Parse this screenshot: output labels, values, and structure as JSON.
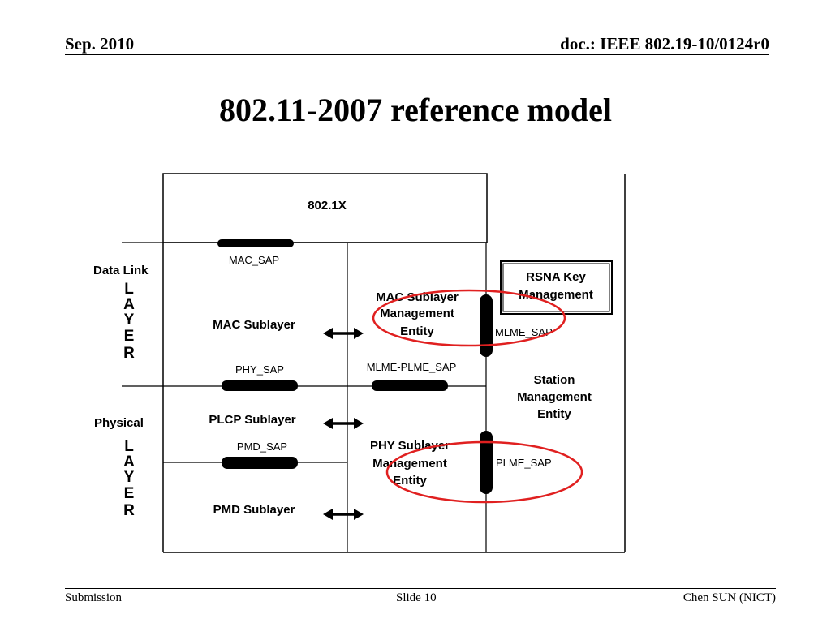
{
  "header": {
    "date": "Sep. 2010",
    "doc": "doc.: IEEE 802.19-10/0124r0"
  },
  "title": "802.11-2007 reference model",
  "footer": {
    "left": "Submission",
    "center": "Slide 10",
    "right": "Chen SUN (NICT)"
  },
  "diagram": {
    "box_8021x": "802.1X",
    "data_link": "Data Link",
    "physical": "Physical",
    "layer_letters": [
      "L",
      "A",
      "Y",
      "E",
      "R"
    ],
    "mac_sap": "MAC_SAP",
    "phy_sap": "PHY_SAP",
    "pmd_sap": "PMD_SAP",
    "mac_sublayer": "MAC Sublayer",
    "plcp_sublayer": "PLCP Sublayer",
    "pmd_sublayer": "PMD Sublayer",
    "mlme": [
      "MAC Sublayer",
      "Management",
      "Entity"
    ],
    "mlme_plme_sap": "MLME-PLME_SAP",
    "plme": [
      "PHY Sublayer",
      "Management",
      "Entity"
    ],
    "rsna": [
      "RSNA Key",
      "Management"
    ],
    "mlme_sap": "MLME_SAP",
    "plme_sap": "PLME_SAP",
    "station": [
      "Station",
      "Management",
      "Entity"
    ]
  },
  "colors": {
    "highlight": "#e02020",
    "line": "#000000"
  }
}
